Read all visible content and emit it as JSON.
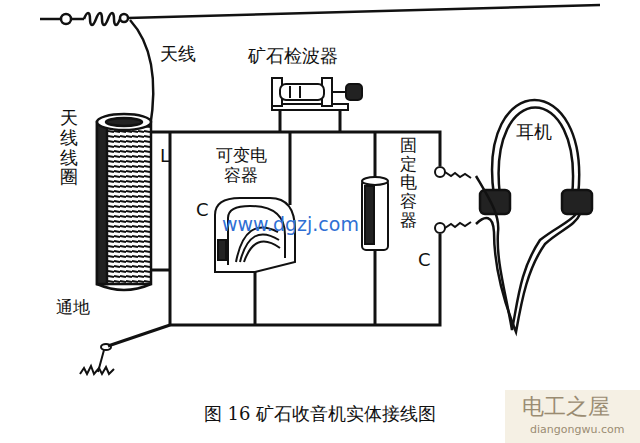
{
  "diagram": {
    "caption": "图 16 矿石收音机实体接线图",
    "labels": [
      "天线",
      "矿石检波器",
      "天线线圈",
      "L",
      "可变电容器",
      "C",
      "固定电容器",
      "C",
      "www.dgzj.com",
      "耳机",
      "通地",
      "电工之屋",
      "diangongwu.com"
    ]
  }
}
